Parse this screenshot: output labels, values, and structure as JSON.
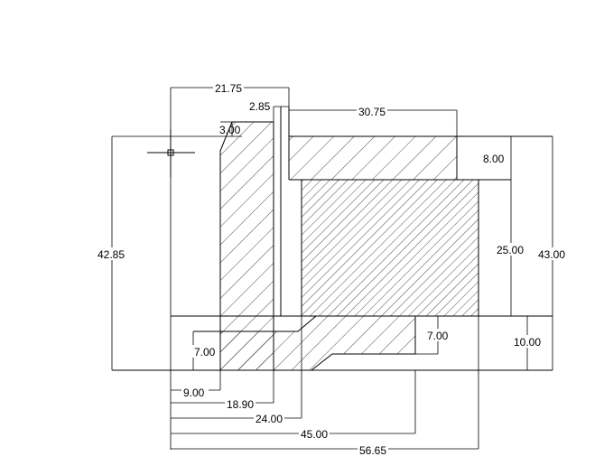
{
  "drawing": {
    "dims": {
      "d_21_75": "21.75",
      "d_2_85": "2.85",
      "d_30_75": "30.75",
      "d_3_00": "3.00",
      "d_8_00": "8.00",
      "d_42_85": "42.85",
      "d_25_00": "25.00",
      "d_43_00": "43.00",
      "d_7_00_left": "7.00",
      "d_7_00_right": "7.00",
      "d_10_00": "10.00",
      "d_9_00": "9.00",
      "d_18_90": "18.90",
      "d_24_00": "24.00",
      "d_45_00": "45.00",
      "d_56_65": "56.65"
    },
    "cursor": "crosshair-cursor"
  }
}
